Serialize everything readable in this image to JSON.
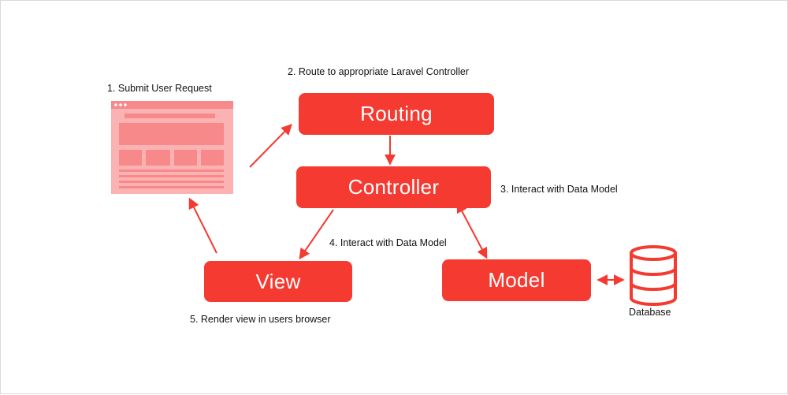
{
  "diagram": {
    "nodes": {
      "routing": "Routing",
      "controller": "Controller",
      "view": "View",
      "model": "Model"
    },
    "steps": {
      "submit_request": "1. Submit User Request",
      "route": "2. Route to appropriate Laravel Controller",
      "interact_right": "3. Interact with Data Model",
      "interact_left": "4. Interact with Data Model",
      "render": "5. Render view in users browser"
    },
    "database_label": "Database"
  },
  "colors": {
    "accent": "#f43a31",
    "browser_light": "#fbb2b2",
    "browser_mid": "#f7898a"
  },
  "icons": [
    "browser-window-icon",
    "database-icon",
    "arrow-icon"
  ]
}
